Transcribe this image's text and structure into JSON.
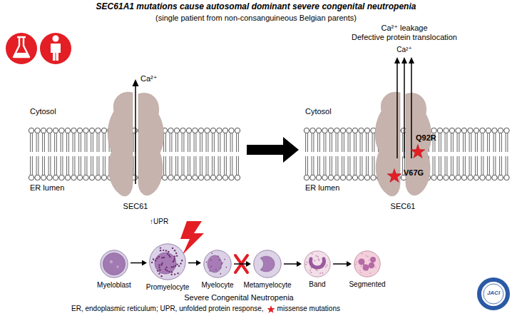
{
  "diagram": {
    "title": "SEC61A1 mutations cause autosomal dominant severe congenital neutropenia",
    "nodes": [
      {
        "text": [
          "SEC61"
        ]
      },
      {
        "text": [
          "SEC61"
        ]
      },
      {
        "text": [
          "Myeloblast"
        ]
      },
      {
        "text": [
          "Promyelocyte"
        ]
      },
      {
        "text": [
          "Myelocyte"
        ]
      },
      {
        "text": [
          "Metamyelocyte"
        ]
      },
      {
        "text": [
          "Band"
        ]
      },
      {
        "text": [
          "Segmented"
        ]
      }
    ],
    "edges": [
      {
        "from": 0,
        "to": 1,
        "arrow": "to"
      },
      {
        "from": 2,
        "to": 3,
        "arrow": "to"
      },
      {
        "from": 3,
        "to": 4,
        "arrow": "to"
      },
      {
        "from": 4,
        "to": 5,
        "arrow": "to"
      },
      {
        "from": 5,
        "to": 6,
        "arrow": "to"
      },
      {
        "from": 6,
        "to": 7,
        "arrow": "to"
      }
    ],
    "labels": [
      "(single patient from non-consanguineous Belgian parents)",
      "Cytosol",
      "ER lumen",
      "Ca²⁺",
      "Ca²⁺ leakage",
      "Defective protein translocation",
      "Ca²⁺",
      "Cytosol",
      "ER lumen",
      "Q92R",
      "V67G",
      "↑UPR",
      "Severe Congenital Neutropenia",
      "ER, endoplasmic reticulum; UPR, unfolded protein response,",
      "JACI"
    ],
    "legend": [
      {
        "text": "missense mutations"
      }
    ]
  }
}
